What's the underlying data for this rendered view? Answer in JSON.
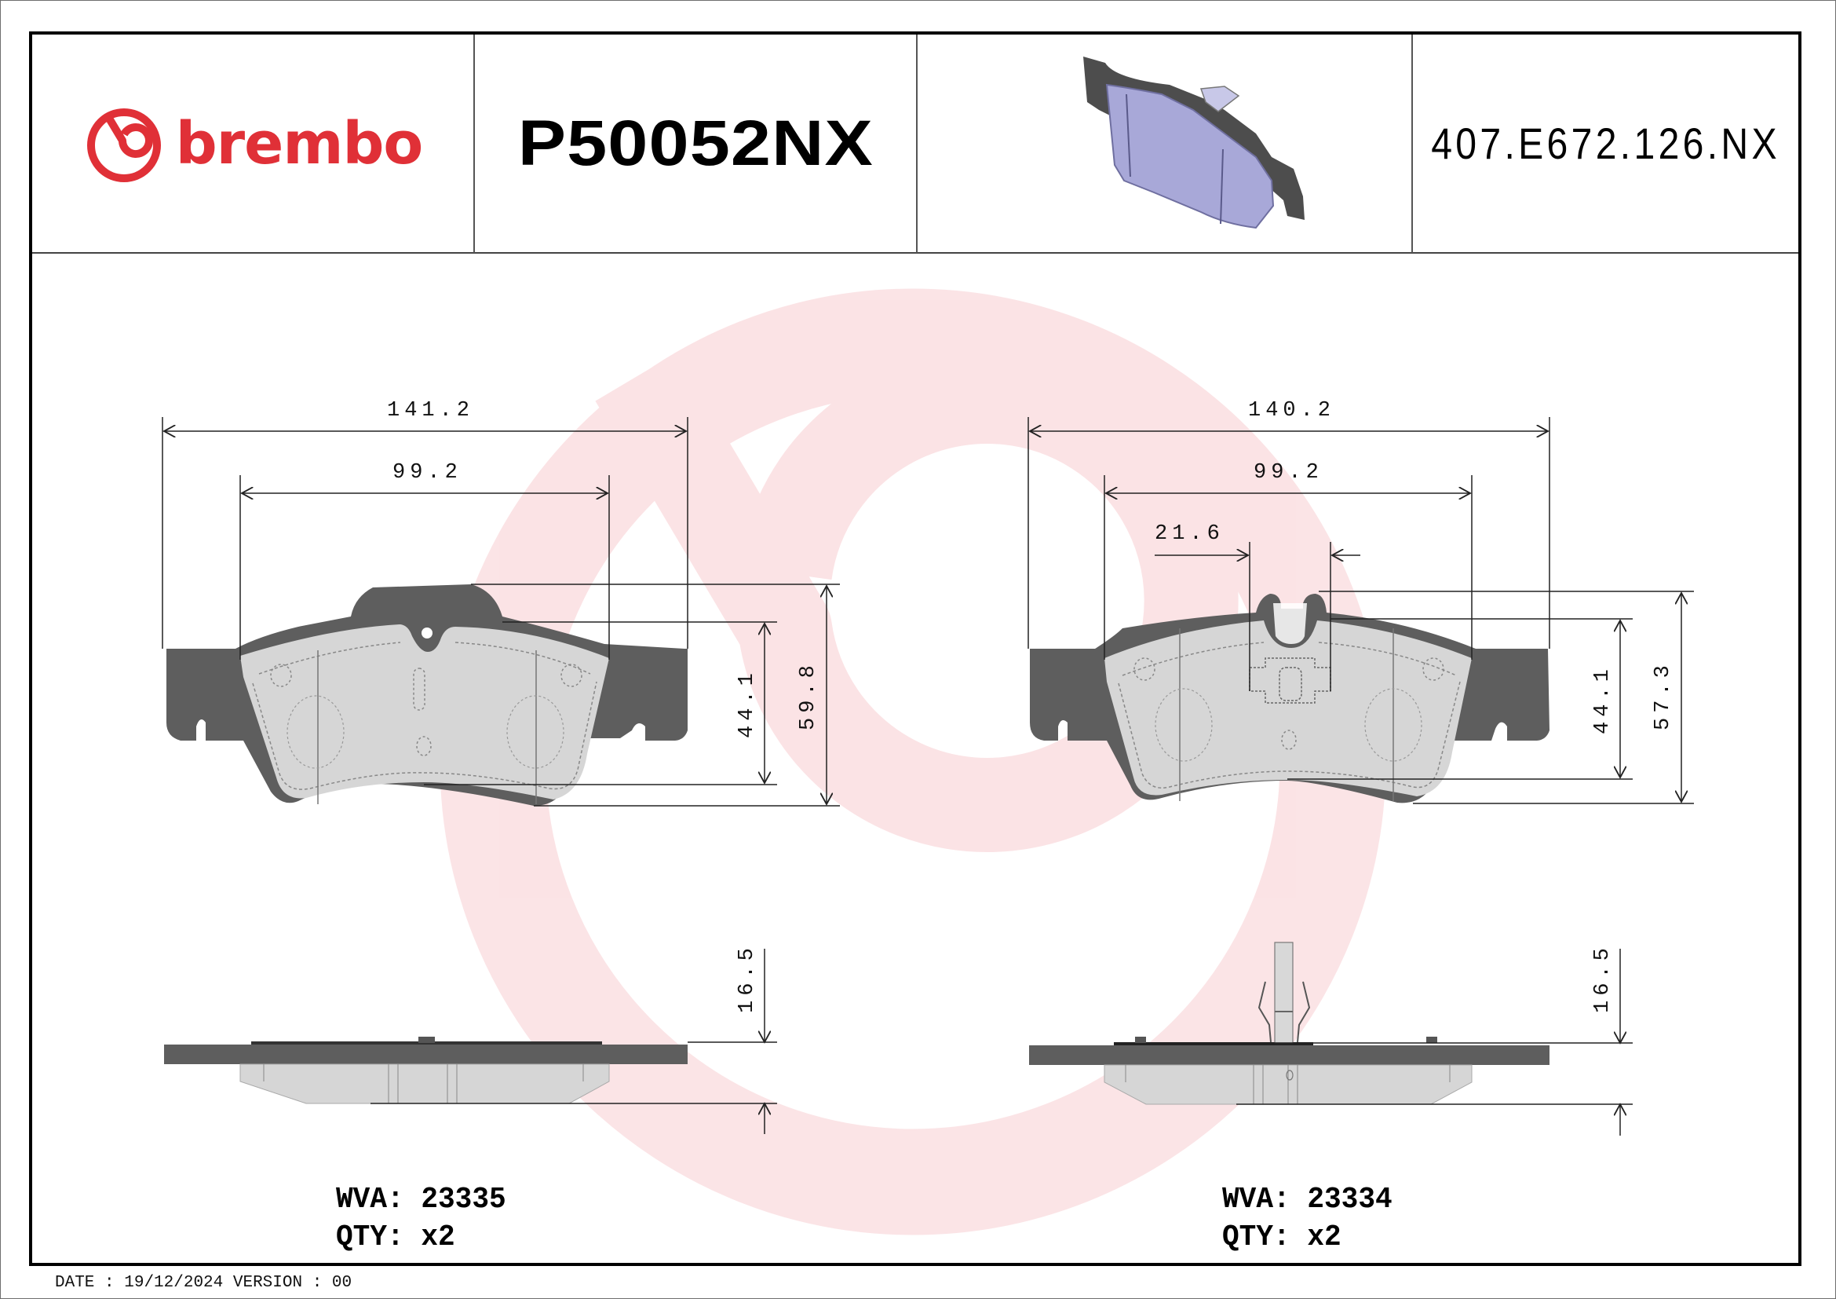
{
  "header": {
    "brand": "brembo",
    "part_number": "P50052NX",
    "oe_reference": "407.E672.126.NX",
    "product_image": "brake-pad-3d-render"
  },
  "colors": {
    "brand_red": "#e03037",
    "watermark_pink": "#fbe1e3",
    "backplate_gray": "#5e5e5e",
    "friction_gray": "#d6d6d6",
    "render_lavender": "#a8a8d8"
  },
  "pads": [
    {
      "position": "left",
      "dimensions": {
        "overall_width": "141.2",
        "friction_width": "99.2",
        "friction_height": "44.1",
        "overall_height": "59.8",
        "thickness": "16.5"
      },
      "wva_label": "WVA:",
      "wva_value": "23335",
      "qty_label": "QTY:",
      "qty_value": "x2"
    },
    {
      "position": "right",
      "dimensions": {
        "overall_width": "140.2",
        "friction_width": "99.2",
        "sensor_offset": "21.6",
        "friction_height": "44.1",
        "overall_height": "57.3",
        "thickness": "16.5"
      },
      "wva_label": "WVA:",
      "wva_value": "23334",
      "qty_label": "QTY:",
      "qty_value": "x2"
    }
  ],
  "footer": {
    "date_label": "DATE :",
    "date_value": "19/12/2024",
    "version_label": "VERSION :",
    "version_value": "00"
  }
}
